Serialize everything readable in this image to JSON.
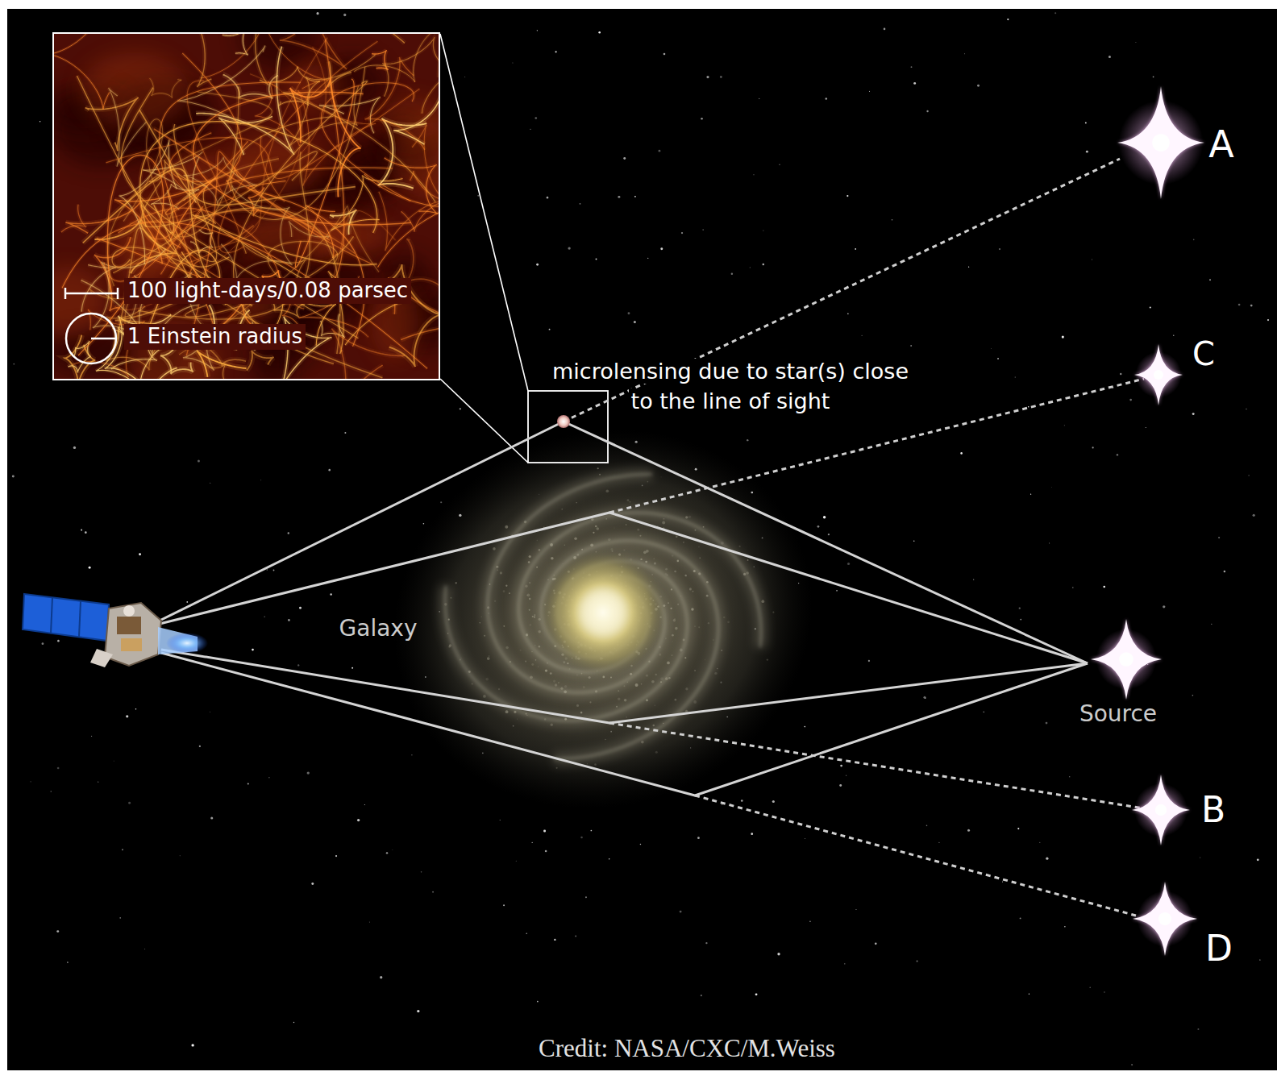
{
  "diagram": {
    "nodes": [
      {
        "text": [
          "100 light-days/0.08 parsec",
          "1 Einstein radius"
        ]
      },
      {
        "text": [
          "A"
        ]
      },
      {
        "text": [
          "C"
        ]
      },
      {
        "text": [
          "Galaxy"
        ]
      },
      {
        "text": [
          "Source"
        ]
      },
      {
        "text": [
          "B"
        ]
      },
      {
        "text": [
          "D"
        ]
      }
    ],
    "labels": [
      "microlensing due to star(s) close to the line of sight",
      "Credit: NASA/CXC/M.Weiss"
    ]
  }
}
